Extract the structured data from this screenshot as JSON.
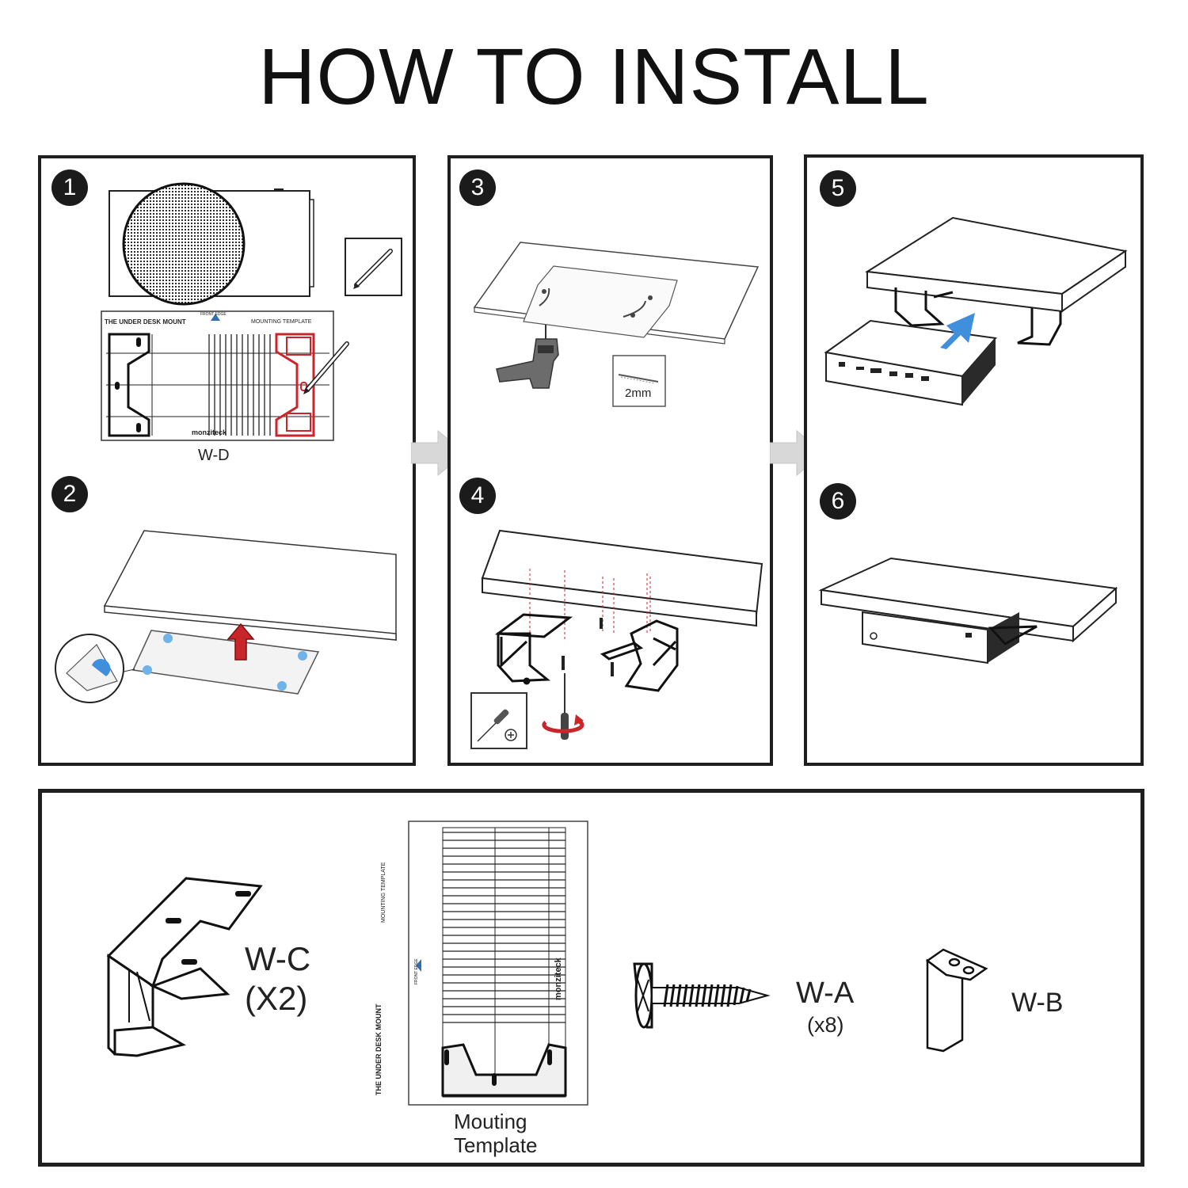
{
  "title": "HOW TO INSTALL",
  "steps": [
    "1",
    "2",
    "3",
    "4",
    "5",
    "6"
  ],
  "step1": {
    "template_header_left": "THE UNDER DESK MOUNT",
    "template_header_right": "MOUNTING TEMPLATE",
    "template_logo_top": "FRONT EDGE",
    "template_brand": "monziteck",
    "part_label": "W-D"
  },
  "step3": {
    "drill_size": "2mm"
  },
  "parts": {
    "wc_name": "W-C",
    "wc_qty": "(X2)",
    "template_header_left": "THE UNDER DESK MOUNT",
    "template_header_right": "MOUNTING TEMPLATE",
    "template_logo_top": "FRONT EDGE",
    "template_brand": "monziteck",
    "template_caption_line1": "Mouting",
    "template_caption_line2": "Template",
    "wa_name": "W-A",
    "wa_qty": "(x8)",
    "wb_name": "W-B"
  },
  "colors": {
    "red": "#c8262b",
    "blue": "#3f8fdc",
    "light_blue": "#6fb3ea",
    "arrow_gray": "#d8d8d8",
    "ink": "#1b1b1b"
  },
  "icons": [
    "pencil-icon",
    "drill-icon",
    "drill-bit-icon",
    "screwdriver-icon",
    "rotate-icon",
    "arrow-up-icon",
    "next-arrow-icon"
  ]
}
